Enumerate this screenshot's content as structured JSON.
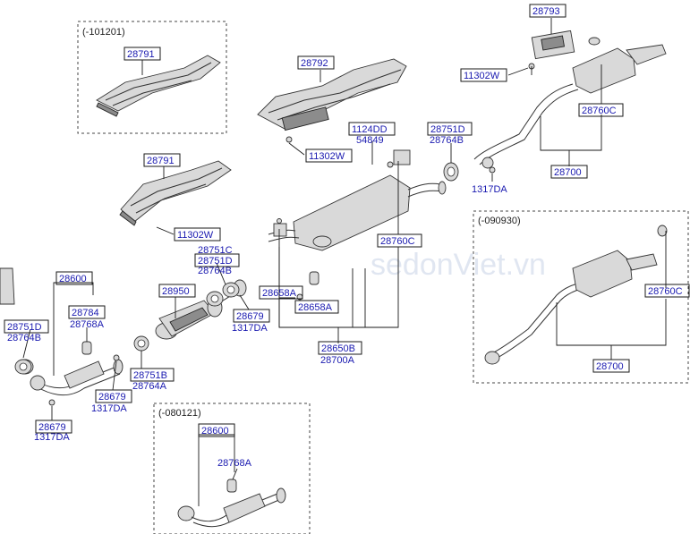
{
  "notes": {
    "box1": "(-101201)",
    "box2": "(-090930)",
    "box3": "(-080121)"
  },
  "watermark": "sedonViet.vn",
  "labels": {
    "p28793": "28793",
    "p28792": "28792",
    "p28791_top": "28791",
    "p11302w_right": "11302W",
    "p1124dd": "1124DD",
    "p54849": "54849",
    "p28751d_right": "28751D",
    "p28764b_right": "28764B",
    "p28760c_upper": "28760C",
    "p11302w_mid": "11302W",
    "p28791_mid": "28791",
    "p1317da_right": "1317DA",
    "p28700_upper": "28700",
    "p11302w_left": "11302W",
    "p28760c_mid": "28760C",
    "p28751c": "28751C",
    "p28751d_mid": "28751D",
    "p28764b_mid": "28764B",
    "p28950": "28950",
    "p28658a_1": "28658A",
    "p28658a_2": "28658A",
    "p28679_mid": "28679",
    "p1317da_mid": "1317DA",
    "p28650b": "28650B",
    "p28700a": "28700A",
    "p28600_main": "28600",
    "p28784": "28784",
    "p28768a_main": "28768A",
    "p28751d_left": "28751D",
    "p28764b_left": "28764B",
    "p28751b": "28751B",
    "p28764a": "28764A",
    "p28679_low": "28679",
    "p1317da_low": "1317DA",
    "p28679_bottom": "28679",
    "p1317da_bottom": "1317DA",
    "p28760c_box": "28760C",
    "p28700_box": "28700",
    "p28600_box": "28600",
    "p28768a_box": "28768A"
  },
  "colors": {
    "label_text": "#1a1ab0",
    "box_border": "#1a1a1a"
  }
}
